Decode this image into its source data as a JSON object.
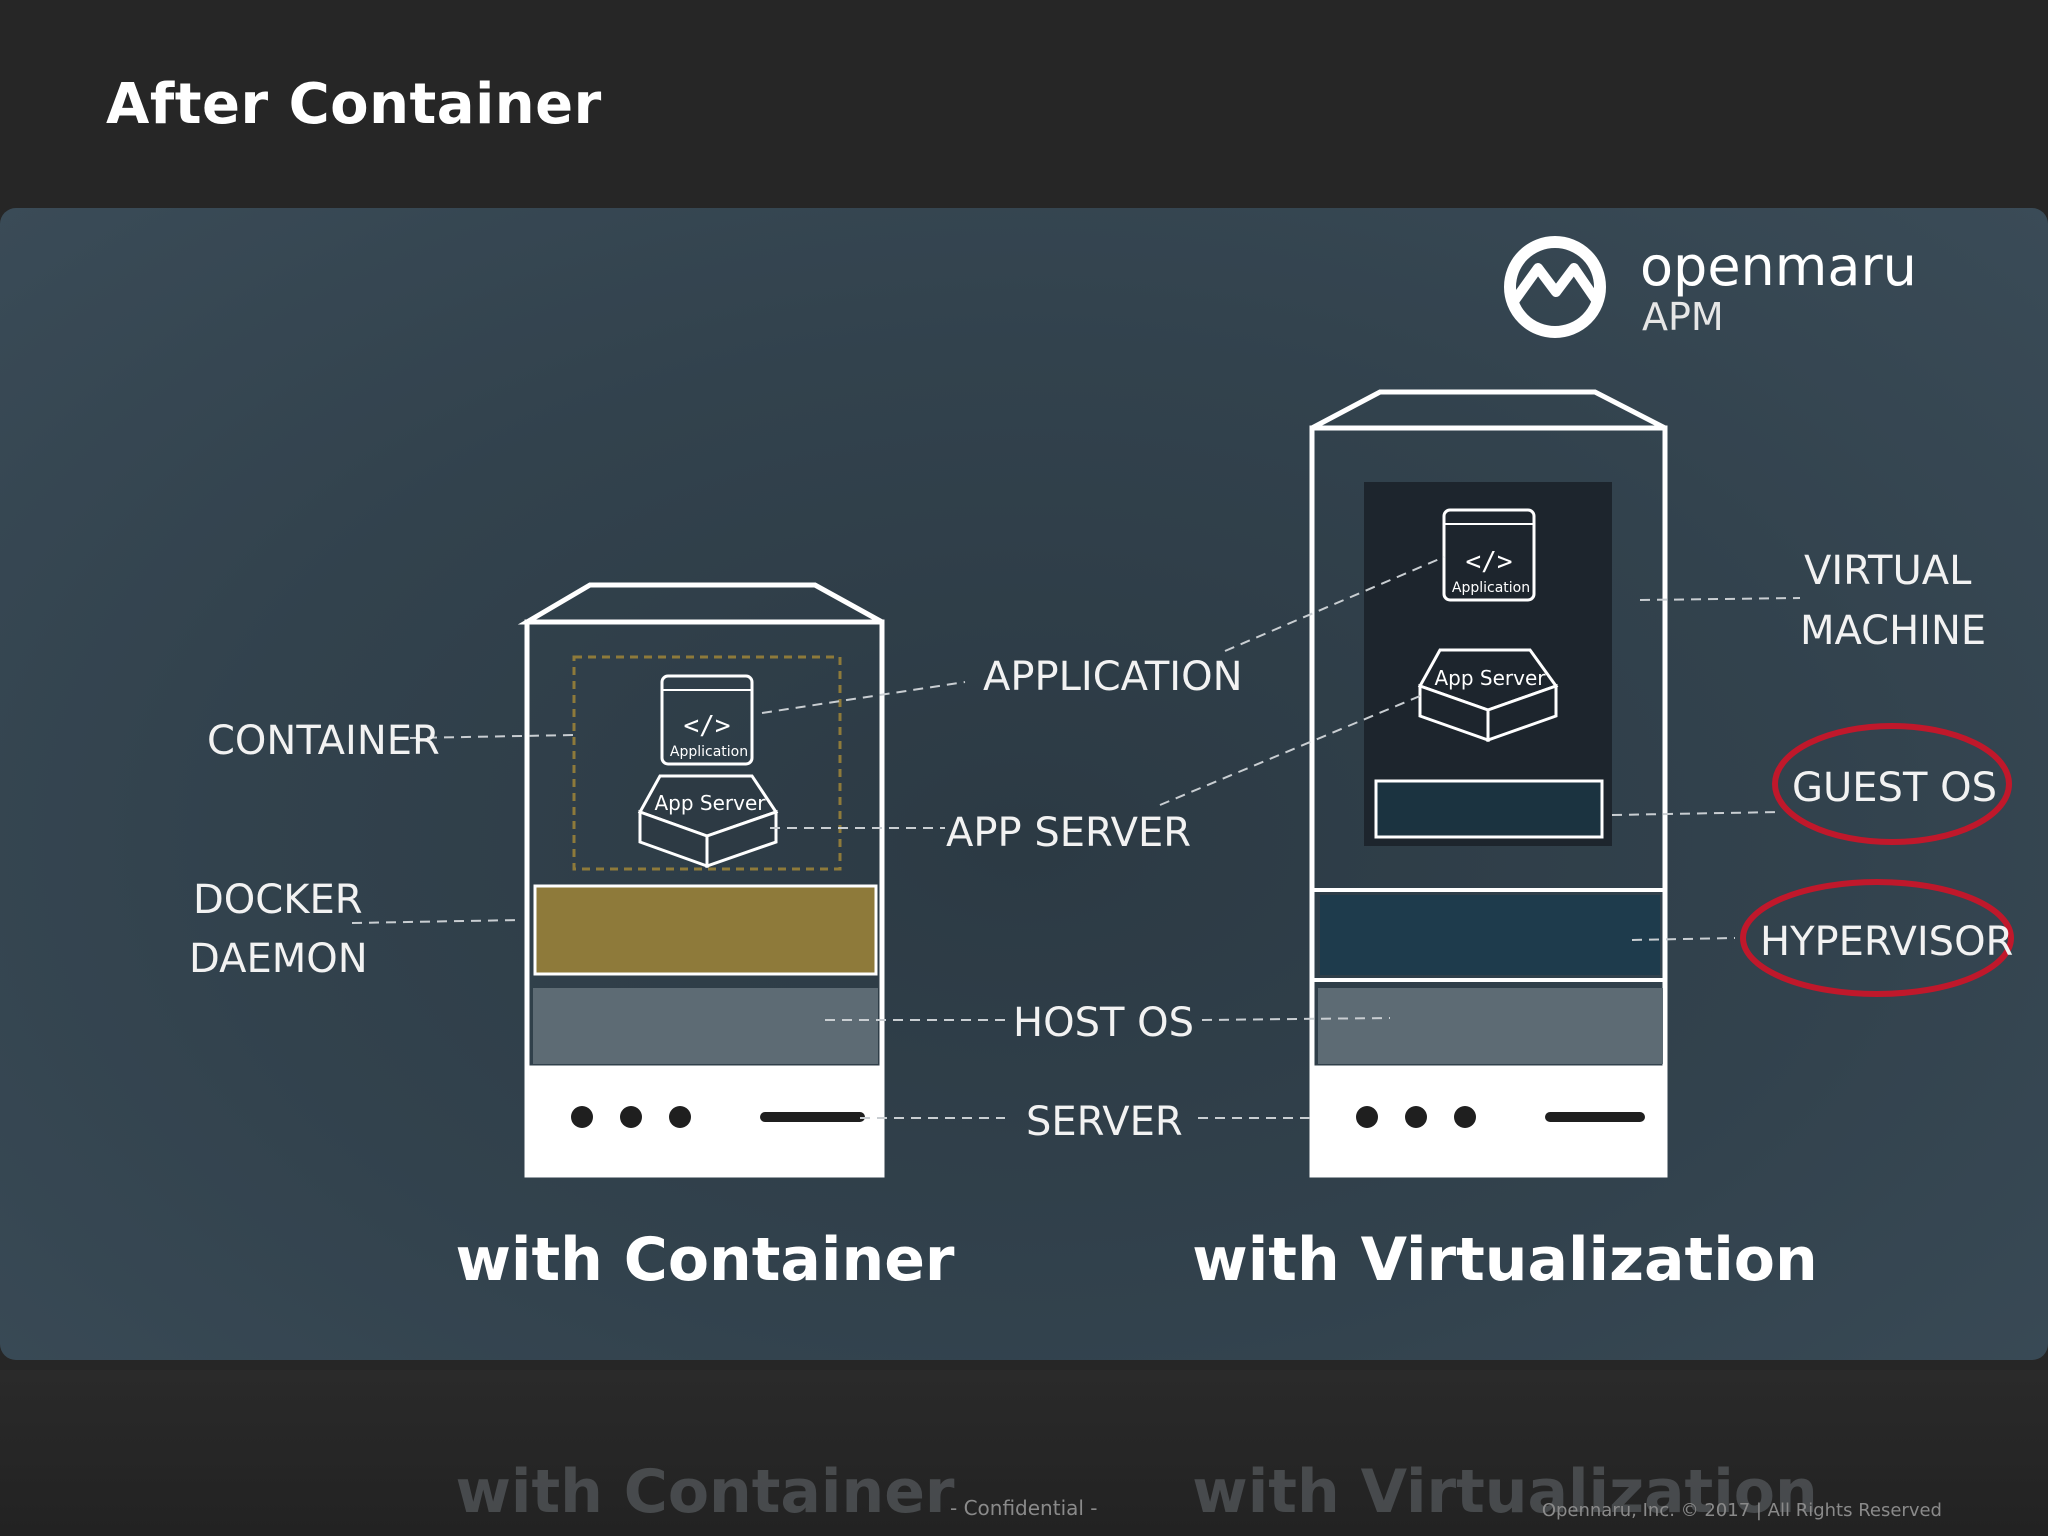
{
  "slide": {
    "title": "After Container"
  },
  "logo": {
    "brand": "openmaru",
    "product": "APM"
  },
  "diagram": {
    "labels": {
      "container": "CONTAINER",
      "docker_line1": "DOCKER",
      "docker_line2": "DAEMON",
      "application": "APPLICATION",
      "app_server": "APP SERVER",
      "host_os": "HOST OS",
      "server": "SERVER",
      "vm_line1": "VIRTUAL",
      "vm_line2": "MACHINE",
      "guest_os": "GUEST OS",
      "hypervisor": "HYPERVISOR"
    },
    "icon_text": {
      "application": "Application",
      "app_server": "App Server"
    },
    "captions": {
      "left": "with Container",
      "right": "with Virtualization"
    },
    "colors": {
      "docker_layer": "#8e7a3a",
      "host_os_layer": "#5d6b74",
      "hypervisor_layer": "#1e3b4c",
      "guest_os_layer": "#1b3340",
      "vm_inner": "#1d252d",
      "highlight_circle": "#c0182b"
    }
  },
  "footer": {
    "confidential": "- Confidential -",
    "copyright": "Opennaru, Inc. © 2017 | All Rights Reserved"
  }
}
